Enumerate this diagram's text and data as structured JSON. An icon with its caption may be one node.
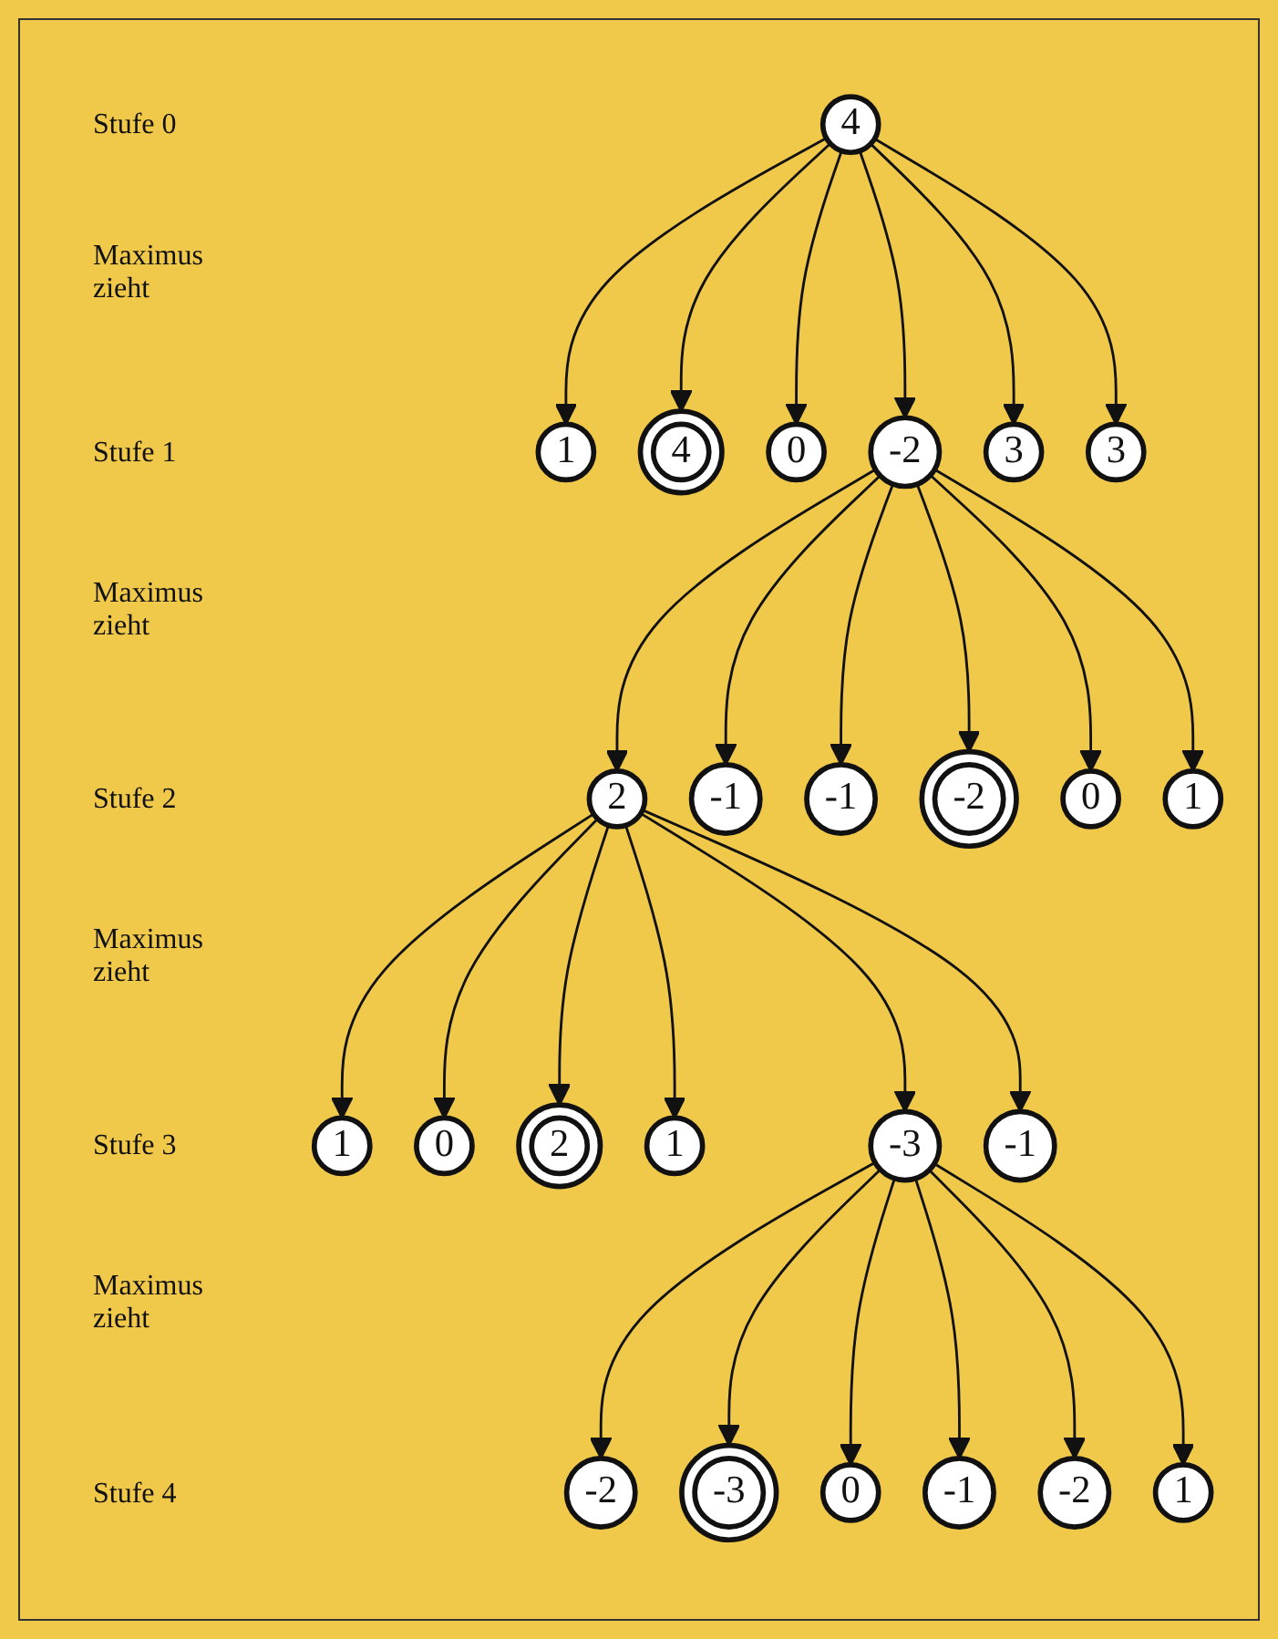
{
  "diagram": {
    "nodes": [
      {
        "text": [
          "4"
        ]
      },
      {
        "text": [
          "1"
        ]
      },
      {
        "text": [
          "4"
        ]
      },
      {
        "text": [
          "0"
        ]
      },
      {
        "text": [
          "-2"
        ]
      },
      {
        "text": [
          "3"
        ]
      },
      {
        "text": [
          "3"
        ]
      },
      {
        "text": [
          "2"
        ]
      },
      {
        "text": [
          "-1"
        ]
      },
      {
        "text": [
          "-1"
        ]
      },
      {
        "text": [
          "-2"
        ]
      },
      {
        "text": [
          "0"
        ]
      },
      {
        "text": [
          "1"
        ]
      },
      {
        "text": [
          "1"
        ]
      },
      {
        "text": [
          "0"
        ]
      },
      {
        "text": [
          "2"
        ]
      },
      {
        "text": [
          "1"
        ]
      },
      {
        "text": [
          "-3"
        ]
      },
      {
        "text": [
          "-1"
        ]
      },
      {
        "text": [
          "-2"
        ]
      },
      {
        "text": [
          "-3"
        ]
      },
      {
        "text": [
          "0"
        ]
      },
      {
        "text": [
          "-1"
        ]
      },
      {
        "text": [
          "-2"
        ]
      },
      {
        "text": [
          "1"
        ]
      }
    ],
    "edges": [
      {
        "from": 0,
        "to": 1,
        "arrow": "to"
      },
      {
        "from": 0,
        "to": 2,
        "arrow": "to"
      },
      {
        "from": 0,
        "to": 3,
        "arrow": "to"
      },
      {
        "from": 0,
        "to": 4,
        "arrow": "to"
      },
      {
        "from": 0,
        "to": 5,
        "arrow": "to"
      },
      {
        "from": 0,
        "to": 6,
        "arrow": "to"
      },
      {
        "from": 4,
        "to": 7,
        "arrow": "to"
      },
      {
        "from": 4,
        "to": 8,
        "arrow": "to"
      },
      {
        "from": 4,
        "to": 9,
        "arrow": "to"
      },
      {
        "from": 4,
        "to": 10,
        "arrow": "to"
      },
      {
        "from": 4,
        "to": 11,
        "arrow": "to"
      },
      {
        "from": 4,
        "to": 12,
        "arrow": "to"
      },
      {
        "from": 7,
        "to": 13,
        "arrow": "to"
      },
      {
        "from": 7,
        "to": 14,
        "arrow": "to"
      },
      {
        "from": 7,
        "to": 15,
        "arrow": "to"
      },
      {
        "from": 7,
        "to": 16,
        "arrow": "to"
      },
      {
        "from": 7,
        "to": 17,
        "arrow": "to"
      },
      {
        "from": 7,
        "to": 18,
        "arrow": "to"
      },
      {
        "from": 17,
        "to": 19,
        "arrow": "to"
      },
      {
        "from": 17,
        "to": 20,
        "arrow": "to"
      },
      {
        "from": 17,
        "to": 21,
        "arrow": "to"
      },
      {
        "from": 17,
        "to": 22,
        "arrow": "to"
      },
      {
        "from": 17,
        "to": 23,
        "arrow": "to"
      },
      {
        "from": 17,
        "to": 24,
        "arrow": "to"
      }
    ],
    "labels": [
      "Stufe 0",
      "Maximus zieht",
      "Stufe 1",
      "Maximus zieht",
      "Stufe 2",
      "Maximus zieht",
      "Stufe 3",
      "Maximus zieht",
      "Stufe 4"
    ]
  }
}
